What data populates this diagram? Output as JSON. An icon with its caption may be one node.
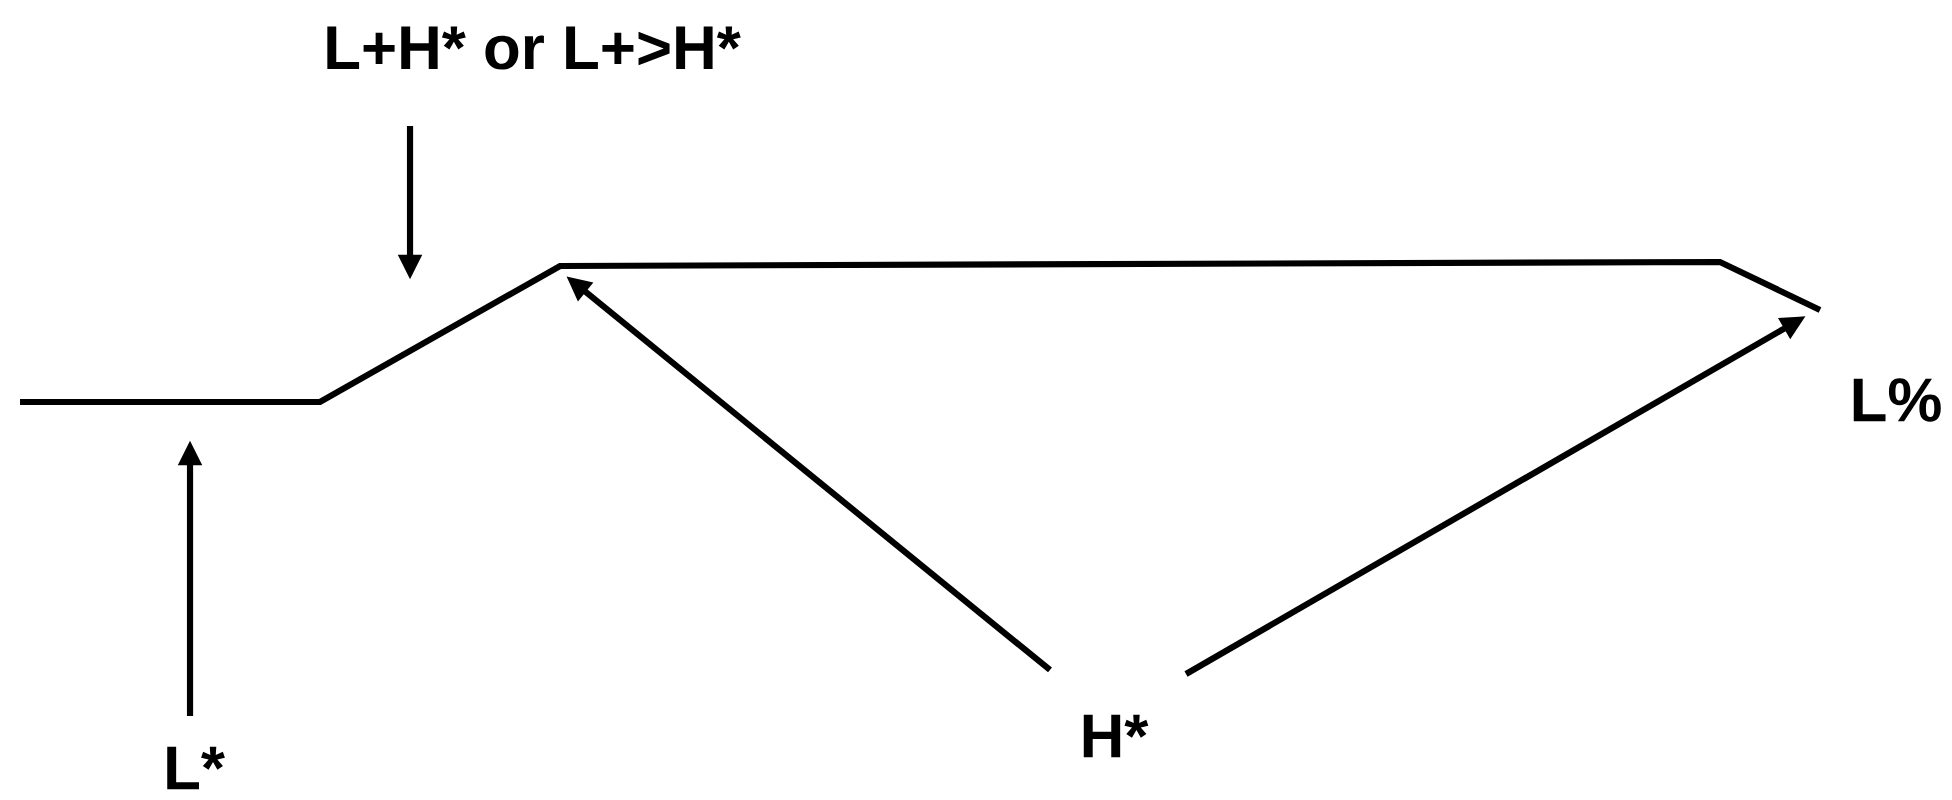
{
  "diagram": {
    "nodes": [
      {
        "text": [
          "L+H* or L+>H*"
        ]
      },
      {
        "text": [
          "L*"
        ]
      },
      {
        "text": [
          "H*"
        ]
      },
      {
        "text": [
          "L%"
        ]
      }
    ],
    "edges": [
      {
        "from": 0,
        "to": null,
        "arrow": "to"
      },
      {
        "from": 1,
        "to": null,
        "arrow": "to"
      },
      {
        "from": 2,
        "to": null,
        "arrow": "to"
      },
      {
        "from": 2,
        "to": null,
        "arrow": "to"
      }
    ]
  }
}
